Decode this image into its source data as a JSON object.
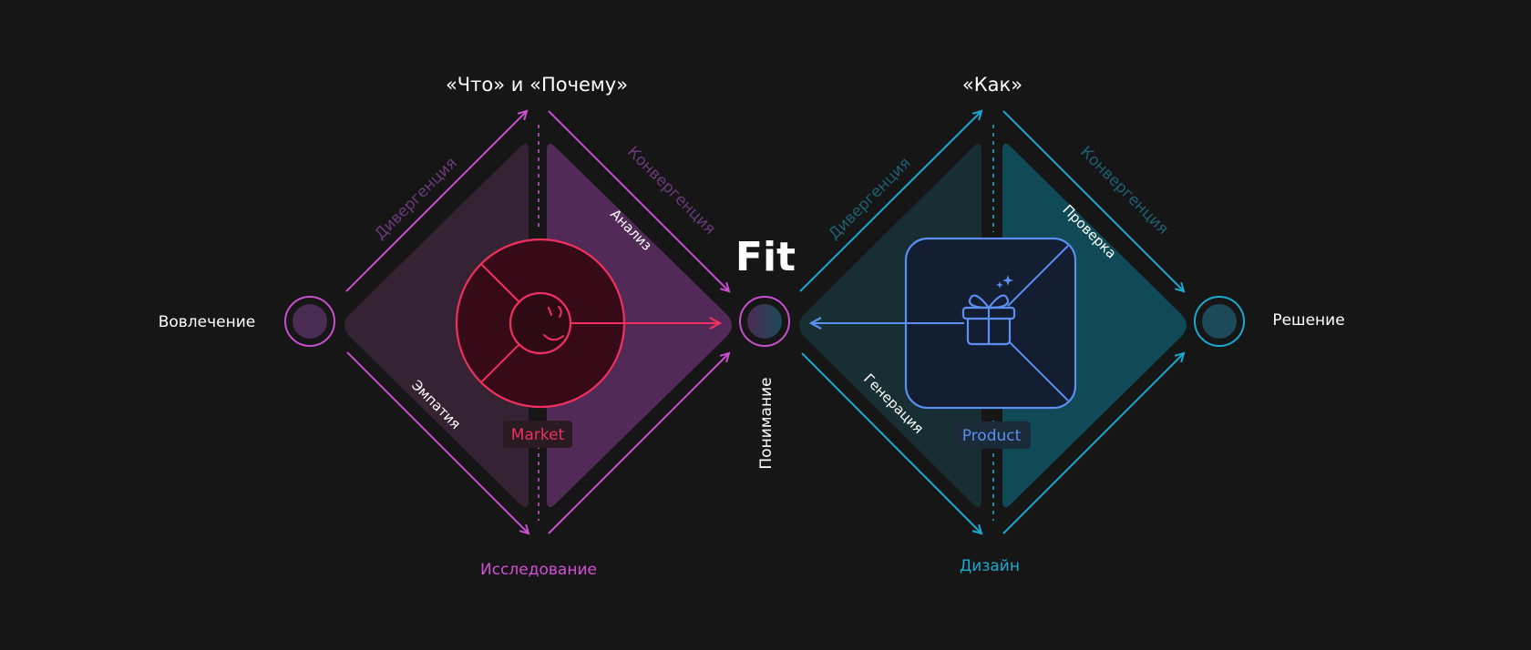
{
  "left_diamond": {
    "title": "«Что» и «Почему»",
    "start_label": "Вовлечение",
    "bottom_label": "Исследование",
    "divergence_label": "Дивергенция",
    "convergence_label": "Конвергенция",
    "left_phase_label": "Эмпатия",
    "right_phase_label": "Анализ",
    "center_tag": "Market"
  },
  "center": {
    "title": "Fit",
    "vertical_label": "Понимание"
  },
  "right_diamond": {
    "title": "«Как»",
    "end_label": "Решение",
    "bottom_label": "Дизайн",
    "divergence_label": "Дивергенция",
    "convergence_label": "Конвергенция",
    "left_phase_label": "Генерация",
    "right_phase_label": "Проверка",
    "center_tag": "Product"
  },
  "colors": {
    "background": "#161616",
    "magenta": "#c94fcf",
    "market_red": "#f0305f",
    "cyan": "#1aa9cf",
    "product_blue": "#5b8ff0",
    "left_panel_dark": "#352334",
    "left_panel_light": "#522a58",
    "right_panel_dark": "#172e33",
    "right_panel_light": "#0f4a56"
  },
  "icons": {
    "center_left": "smiley-face-icon",
    "center_right": "gift-box-icon"
  }
}
